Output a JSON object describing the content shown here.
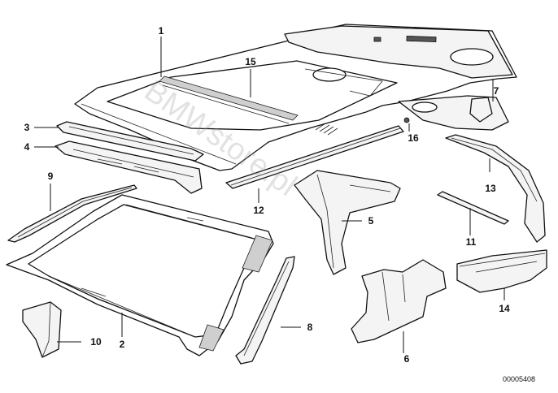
{
  "diagram": {
    "callouts": [
      {
        "id": "c1",
        "text": "1"
      },
      {
        "id": "c2",
        "text": "2"
      },
      {
        "id": "c3",
        "text": "3"
      },
      {
        "id": "c4",
        "text": "4"
      },
      {
        "id": "c5",
        "text": "5"
      },
      {
        "id": "c6",
        "text": "6"
      },
      {
        "id": "c7",
        "text": "7"
      },
      {
        "id": "c8",
        "text": "8"
      },
      {
        "id": "c9",
        "text": "9"
      },
      {
        "id": "c10",
        "text": "10"
      },
      {
        "id": "c11",
        "text": "11"
      },
      {
        "id": "c12",
        "text": "12"
      },
      {
        "id": "c13",
        "text": "13"
      },
      {
        "id": "c14",
        "text": "14"
      },
      {
        "id": "c15",
        "text": "15"
      },
      {
        "id": "c16",
        "text": "16"
      }
    ],
    "reference_number": "00005408",
    "watermark": "BMWstore.pl"
  }
}
